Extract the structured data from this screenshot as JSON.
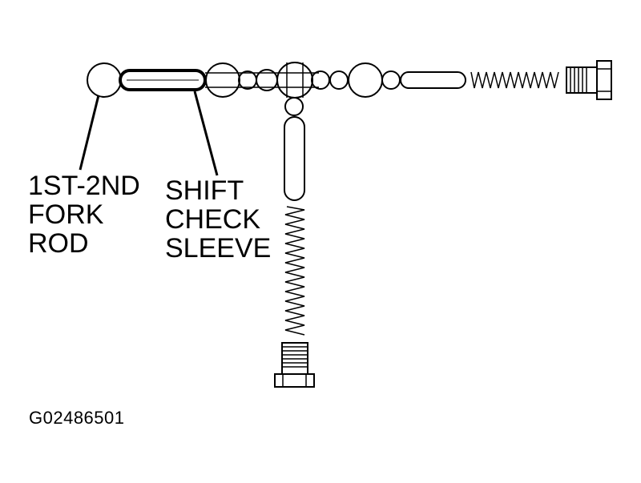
{
  "diagram": {
    "labels": {
      "fork_rod": "1ST-2ND\nFORK\nROD",
      "shift_check_sleeve": "SHIFT\nCHECK\nSLEEVE"
    },
    "figure_code": "G02486501",
    "colors": {
      "line": "#000000",
      "background": "#ffffff"
    }
  }
}
